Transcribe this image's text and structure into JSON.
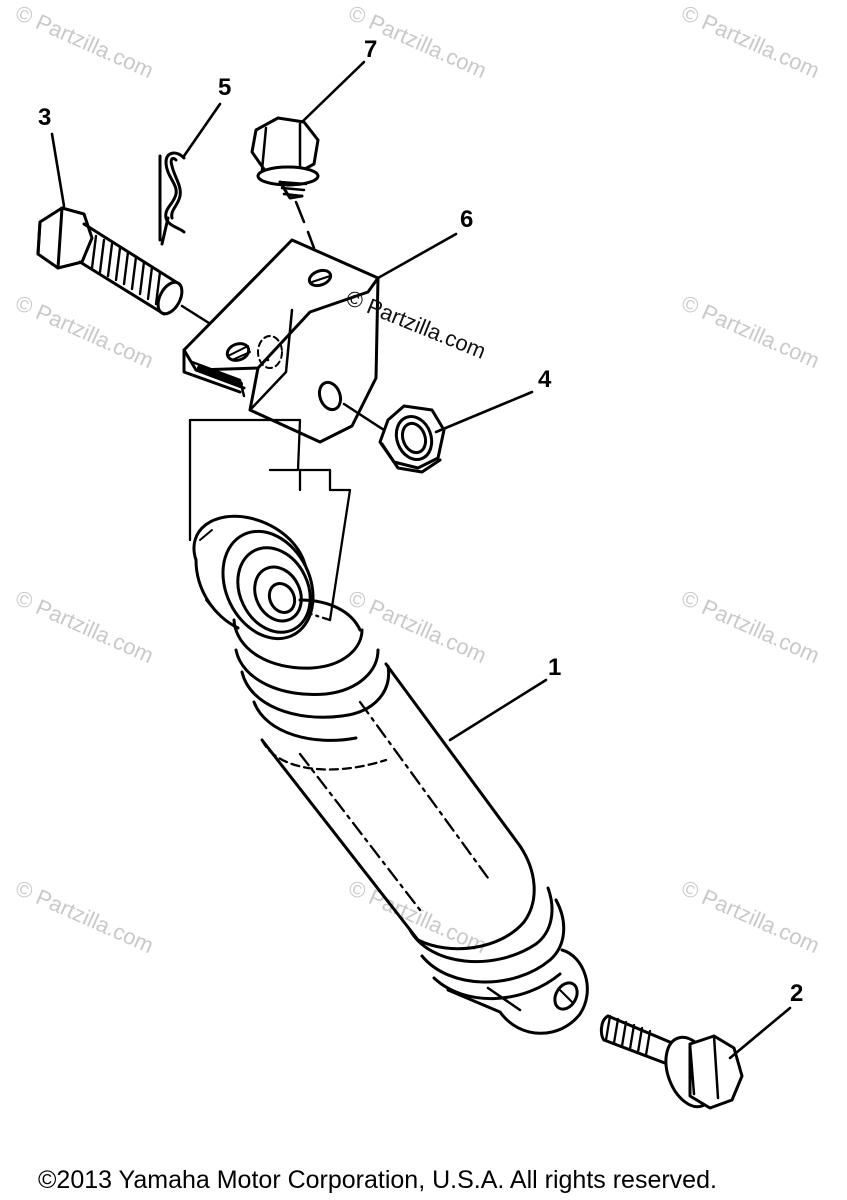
{
  "watermark": {
    "text": "© Partzilla.com",
    "center_text": "© Partzilla.com"
  },
  "callouts": {
    "shock_absorber": "1",
    "lower_bolt": "2",
    "upper_bolt": "3",
    "nut": "4",
    "cotter_pin": "5",
    "bracket": "6",
    "bracket_bolt": "7"
  },
  "footer": {
    "copyright": "©2013 Yamaha Motor Corporation, U.S.A. All rights reserved."
  }
}
